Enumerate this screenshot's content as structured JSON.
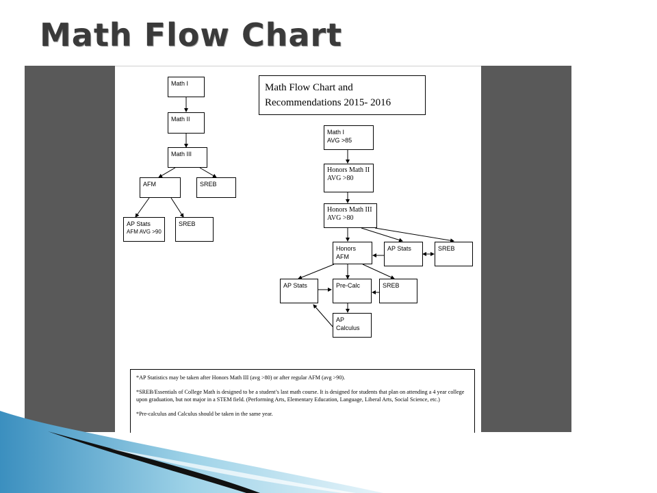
{
  "slide": {
    "title": "Math Flow Chart"
  },
  "document": {
    "heading": [
      "Math Flow Chart and",
      "Recommendations 2015- 2016"
    ],
    "left_chart": {
      "math1": [
        "Math I"
      ],
      "math2": [
        "Math II"
      ],
      "math3": [
        "Math III"
      ],
      "afm": [
        "AFM"
      ],
      "sreb_top": [
        "SREB"
      ],
      "ap_stats": [
        "AP Stats",
        "AFM AVG >90"
      ],
      "sreb_bottom": [
        "SREB"
      ]
    },
    "right_chart": {
      "math1": [
        "Math I",
        "AVG >85"
      ],
      "honors2": [
        "Honors Math II",
        "AVG >80"
      ],
      "honors3": [
        "Honors Math III",
        "AVG >80"
      ],
      "honors_afm": [
        "Honors",
        "AFM"
      ],
      "ap_stats_mid": [
        "AP Stats"
      ],
      "sreb_mid": [
        "SREB"
      ],
      "ap_stats_low": [
        "AP Stats"
      ],
      "precalc": [
        "Pre-Calc"
      ],
      "sreb_low": [
        "SREB"
      ],
      "ap_calc": [
        "AP",
        "Calculus"
      ]
    },
    "notes": [
      "*AP Statistics may be taken after Honors Math III (avg >80) or after regular AFM (avg >90).",
      "*SREB/Essentials of College Math is designed to be a student’s last math course.  It is designed for students that plan on attending a 4 year college upon graduation, but not major in a STEM field.  (Performing Arts, Elementary Education, Language, Liberal Arts, Social Science, etc.)",
      "*Pre-calculus and Calculus should be taken in the same year."
    ]
  },
  "colors": {
    "viewer": "#595959",
    "stripe_light": "#9fd3e8",
    "stripe_dark": "#3b8fbf",
    "title": "#3a3a3a"
  }
}
